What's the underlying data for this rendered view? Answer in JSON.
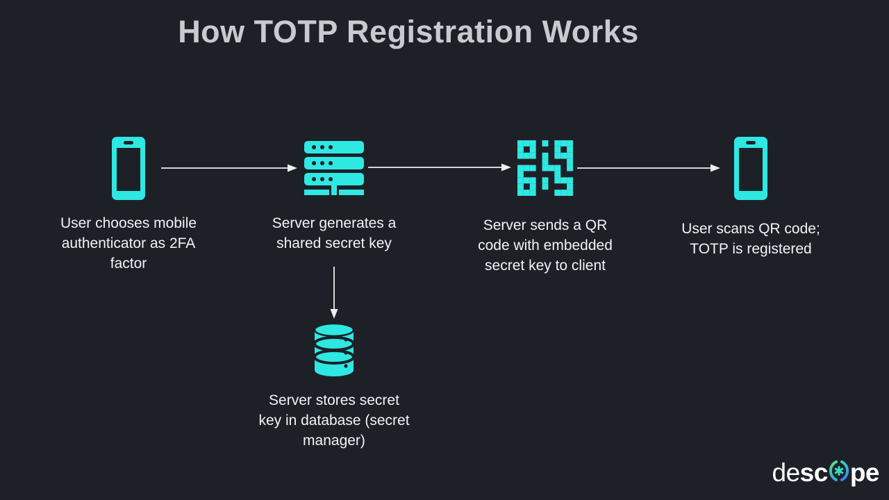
{
  "page": {
    "background": "#1e2028",
    "accent_color": "#2ee8e2",
    "text_color": "#f2f3f5",
    "title_color": "#c9cacf"
  },
  "title": "How TOTP Registration Works",
  "flow": {
    "steps": [
      {
        "icon": "smartphone-icon",
        "label": "User chooses mobile authenticator as 2FA factor"
      },
      {
        "icon": "server-icon",
        "label": "Server generates a shared secret key"
      },
      {
        "icon": "qr-code-icon",
        "label": "Server sends a QR code with embedded secret key to client"
      },
      {
        "icon": "smartphone-icon",
        "label": "User scans QR code; TOTP is registered"
      }
    ],
    "branch_step": {
      "icon": "database-icon",
      "label": "Server stores secret key in database (secret manager)"
    }
  },
  "logo": {
    "text_part_1": "de",
    "text_part_2": "sc",
    "text_part_3": "pe",
    "mark": "asterisk-in-parentheses",
    "mark_colors": {
      "green": "#5fd98a",
      "teal": "#2ed3c8",
      "blue": "#3b7ef0"
    }
  }
}
